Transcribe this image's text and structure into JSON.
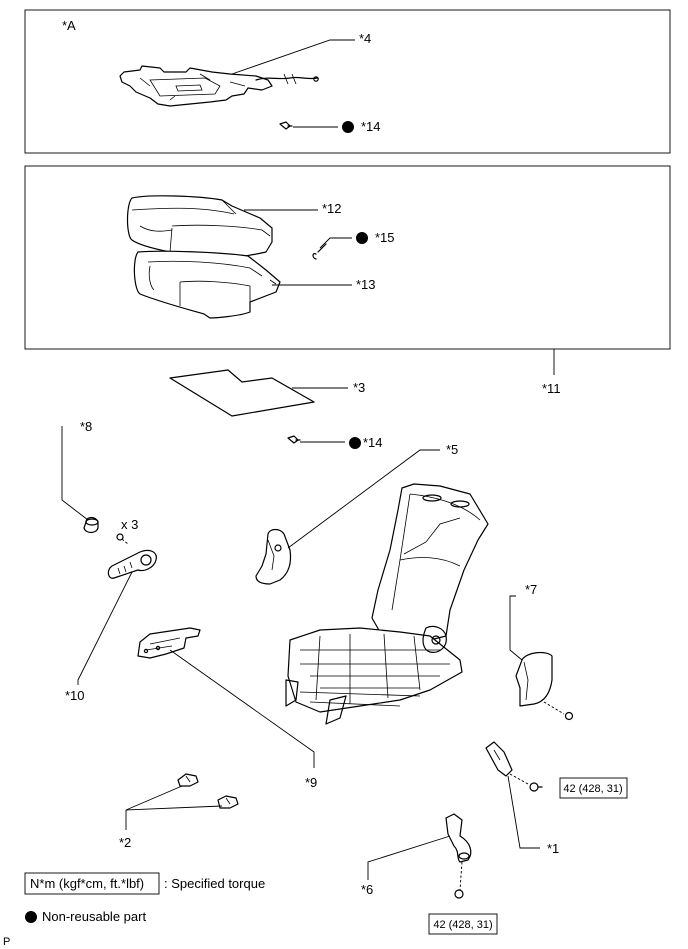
{
  "labels": {
    "group_a": "*A",
    "p1": "*1",
    "p2": "*2",
    "p3": "*3",
    "p4": "*4",
    "p5": "*5",
    "p6": "*6",
    "p7": "*7",
    "p8": "*8",
    "p9": "*9",
    "p10": "*10",
    "p11": "*11",
    "p12": "*12",
    "p13": "*13",
    "p14": "*14",
    "p14b": "*14",
    "p15": "*15"
  },
  "quantity": "x 3",
  "torque": {
    "belt_bolt": "42 (428, 31)",
    "anchor_bolt": "42 (428, 31)"
  },
  "legend": {
    "unit_box": "N*m (kgf*cm, ft.*lbf)",
    "unit_desc": ": Specified torque",
    "nonreusable": "Non-reusable part"
  },
  "footer_code": "P"
}
